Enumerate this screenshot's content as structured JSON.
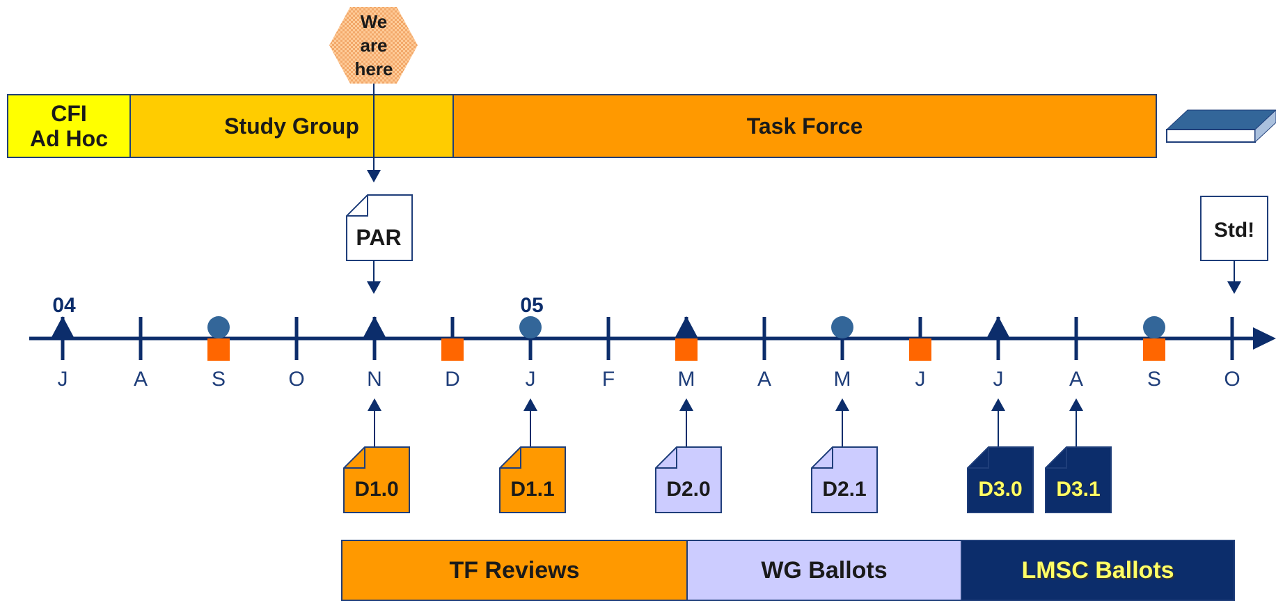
{
  "callout": {
    "lines": [
      "We",
      "are",
      "here"
    ]
  },
  "phases": [
    {
      "label": "CFI\nAd Hoc",
      "color": "#ffff00"
    },
    {
      "label": "Study Group",
      "color": "#ffcc00"
    },
    {
      "label": "Task Force",
      "color": "#ff9900"
    }
  ],
  "docs": {
    "par": "PAR",
    "std": "Std!",
    "drafts": [
      {
        "label": "D1.0",
        "month_index": 4,
        "style": "orange"
      },
      {
        "label": "D1.1",
        "month_index": 6,
        "style": "orange"
      },
      {
        "label": "D2.0",
        "month_index": 8,
        "style": "lavender"
      },
      {
        "label": "D2.1",
        "month_index": 10,
        "style": "lavender"
      },
      {
        "label": "D3.0",
        "month_index": 12,
        "style": "navy"
      },
      {
        "label": "D3.1",
        "month_index": 13,
        "style": "navy"
      }
    ]
  },
  "timeline": {
    "year_labels": [
      {
        "label": "04",
        "month_index": 0
      },
      {
        "label": "05",
        "month_index": 6
      }
    ],
    "months": [
      "J",
      "A",
      "S",
      "O",
      "N",
      "D",
      "J",
      "F",
      "M",
      "A",
      "M",
      "J",
      "J",
      "A",
      "S",
      "O"
    ],
    "triangle_months": [
      0,
      4,
      8,
      12
    ],
    "circle_months": [
      2,
      6,
      10,
      14
    ],
    "square_months": [
      2,
      5,
      8,
      11,
      14
    ]
  },
  "bands": [
    {
      "label": "TF Reviews",
      "color": "#ff9900",
      "text_color": "#1a1a1a"
    },
    {
      "label": "WG Ballots",
      "color": "#ccccff",
      "text_color": "#1a1a1a"
    },
    {
      "label": "LMSC Ballots",
      "color": "#0c2d6b",
      "text_color": "#ffff66"
    }
  ],
  "colors": {
    "axis": "#0c2d6b",
    "circle": "#336699",
    "square": "#ff6600",
    "callout_fill": "#ffcc99",
    "book_blue": "#336699"
  }
}
